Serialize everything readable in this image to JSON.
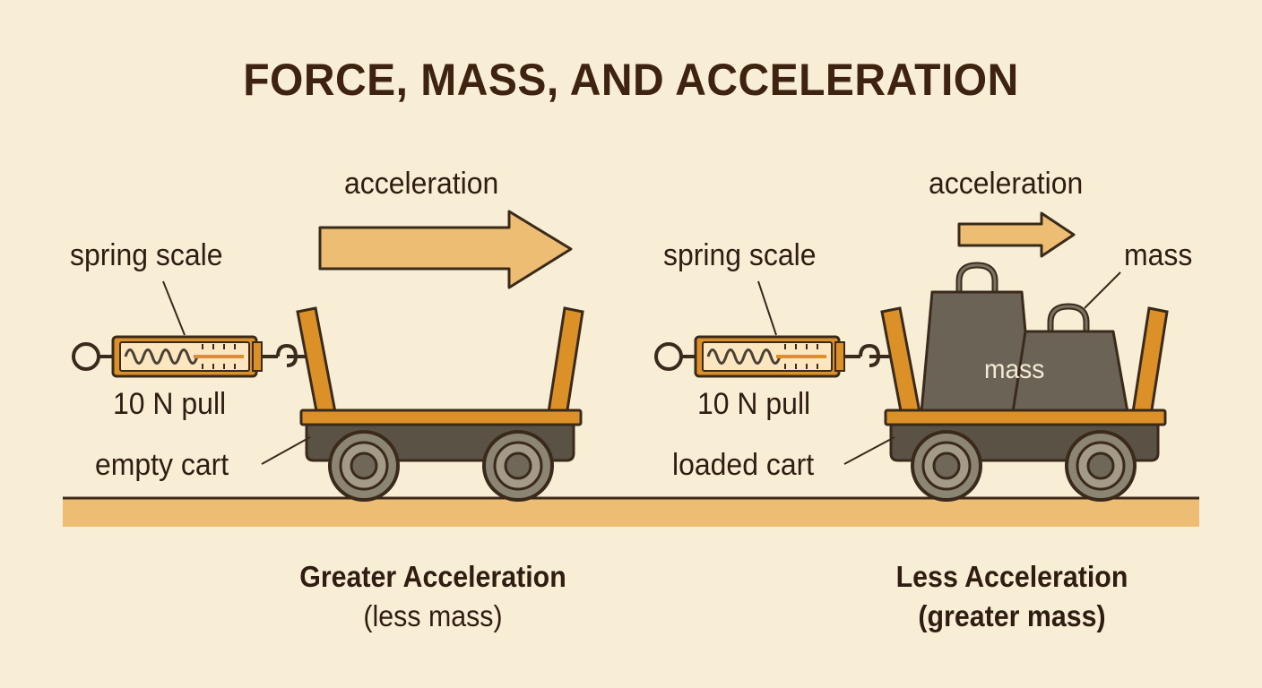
{
  "title": "FORCE, MASS, AND ACCELERATION",
  "colors": {
    "background": "#f8eed6",
    "arrow_fill": "#ecbd72",
    "cart_frame": "#dc9128",
    "cart_body": "#5a5244",
    "wheel": "#8d8574",
    "mass_block": "#6b6456",
    "ground": "#ecbd72",
    "outline": "#3a2a1c"
  },
  "left": {
    "acceleration_label": "acceleration",
    "spring_label": "spring scale",
    "force_label": "10 N pull",
    "cart_label": "empty cart",
    "caption_main": "Greater Acceleration",
    "caption_sub": "(less mass)"
  },
  "right": {
    "acceleration_label": "acceleration",
    "spring_label": "spring scale",
    "force_label": "10 N pull",
    "cart_label": "loaded cart",
    "mass_label": "mass",
    "mass_block_label": "mass",
    "caption_main": "Less Acceleration",
    "caption_sub": "(greater mass)"
  }
}
